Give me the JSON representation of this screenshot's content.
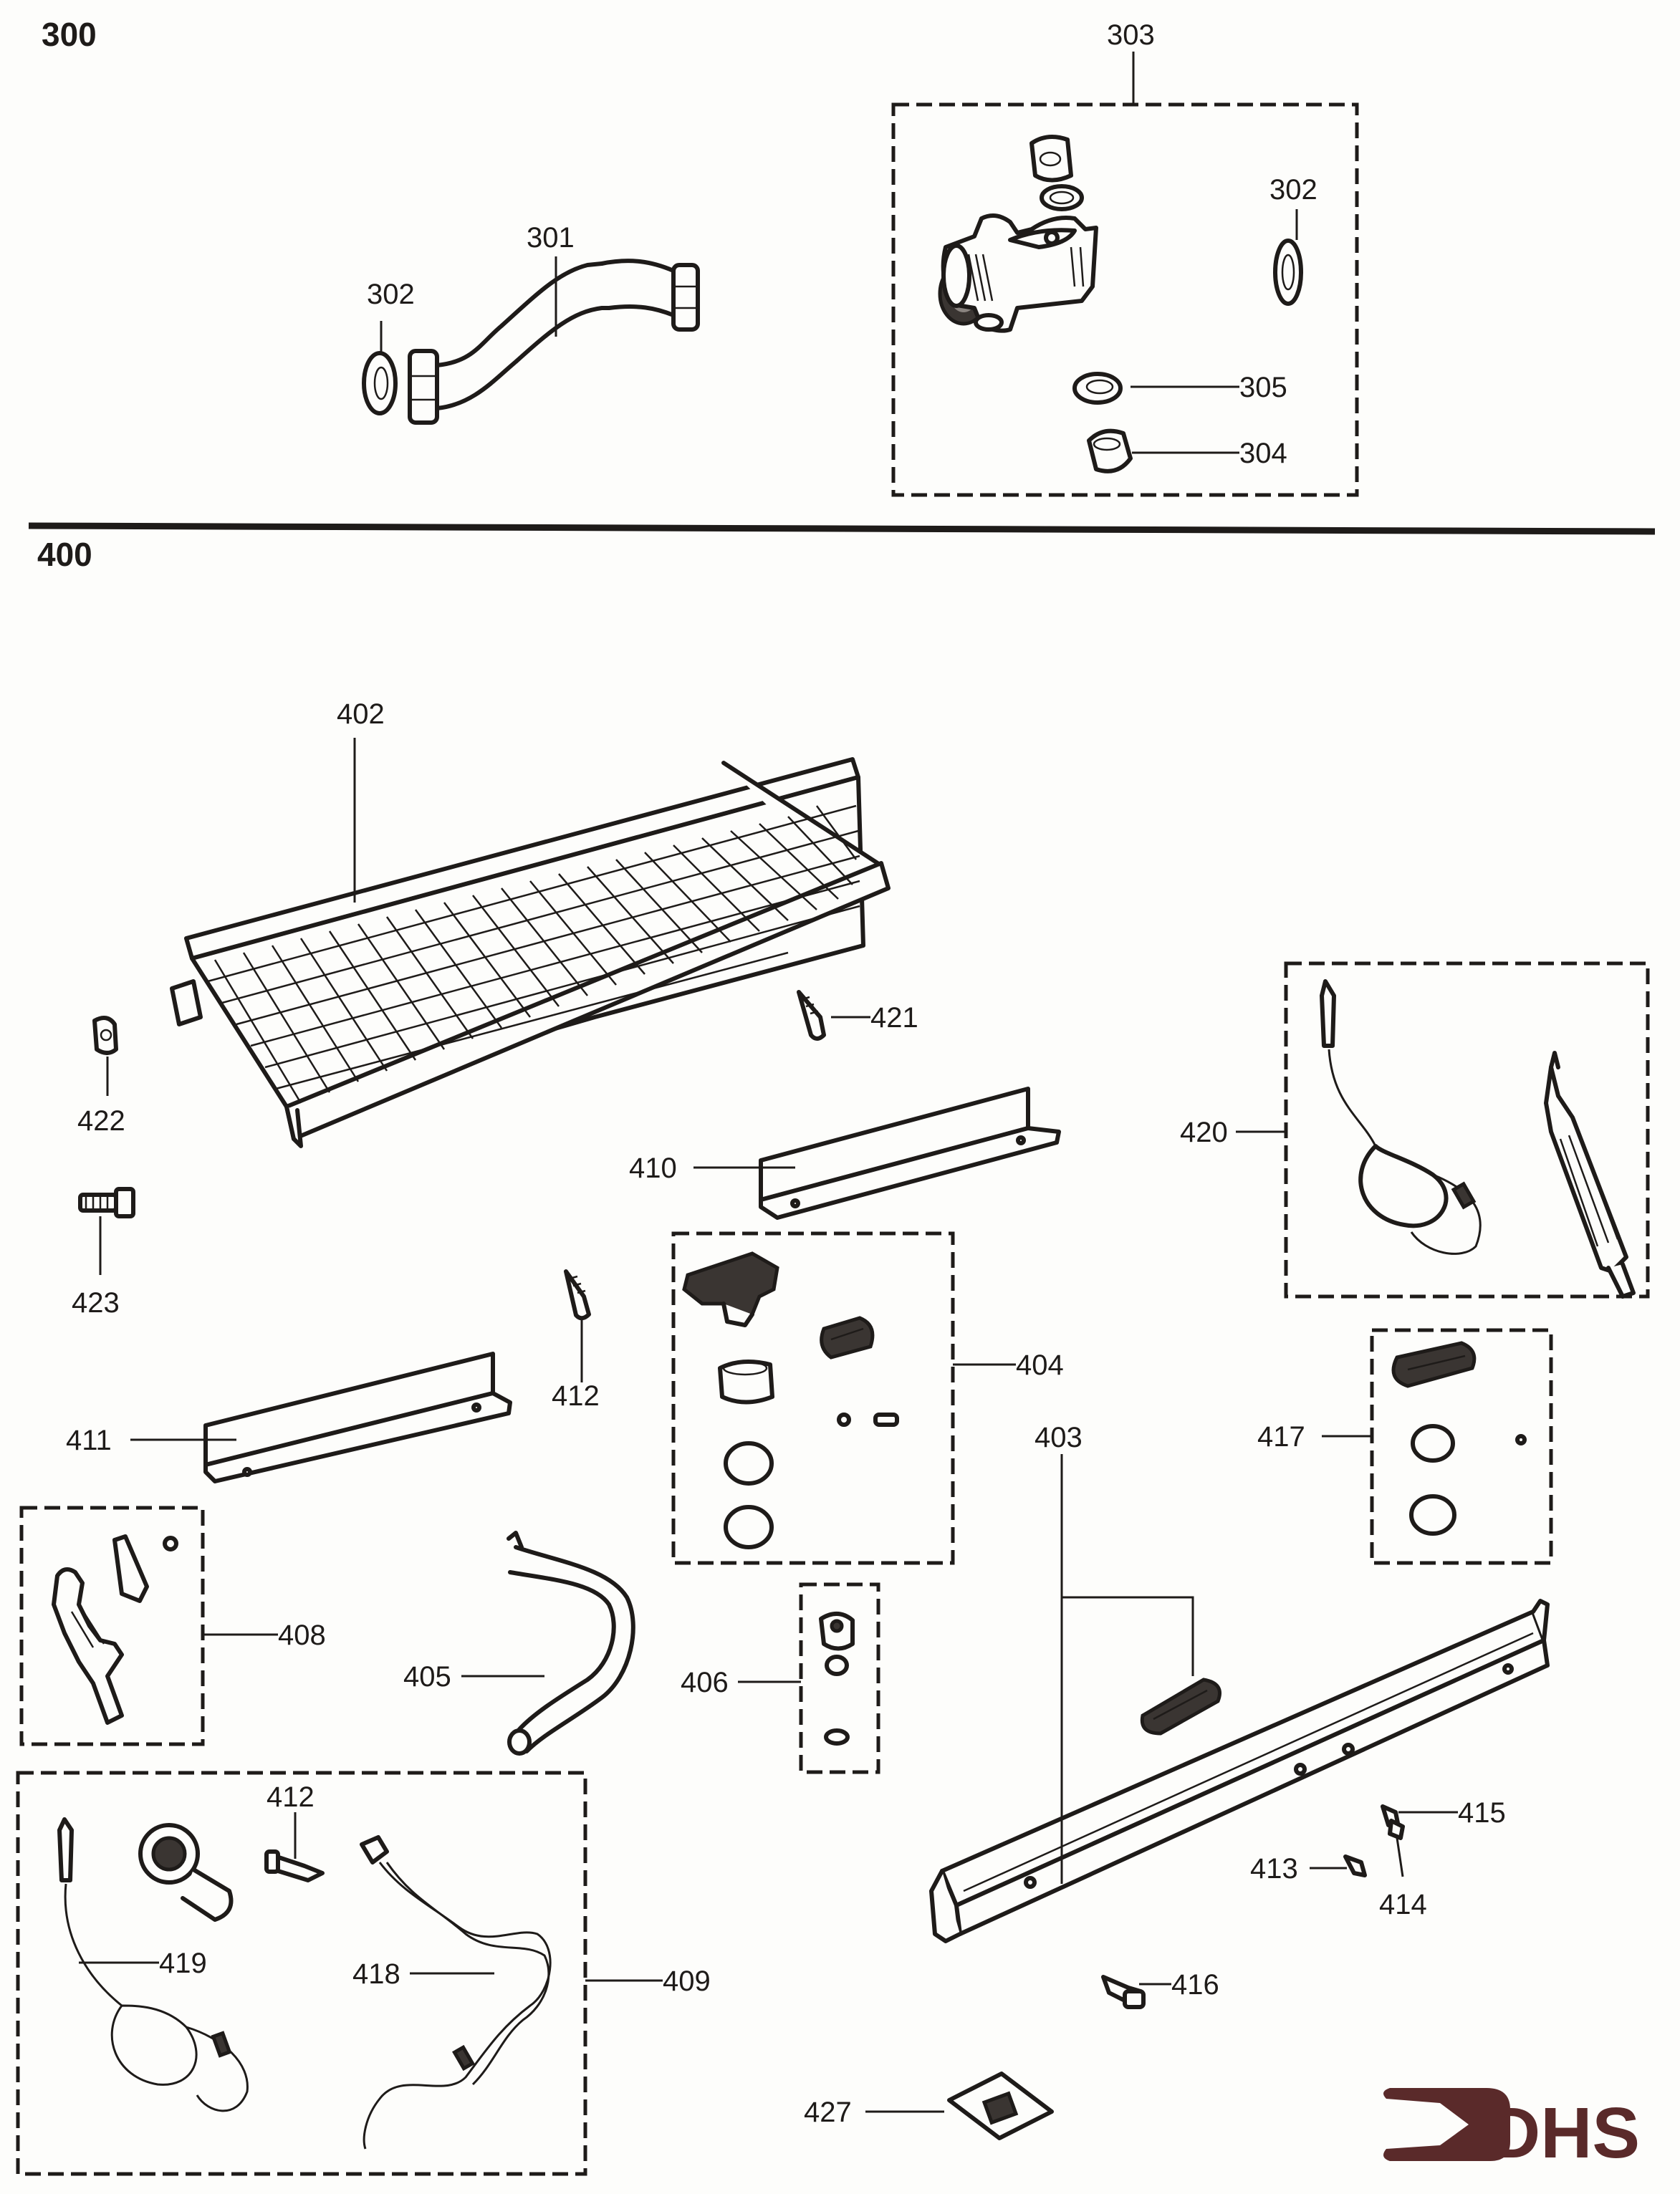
{
  "sections": [
    {
      "id": "300",
      "label": "300"
    },
    {
      "id": "400",
      "label": "400"
    }
  ],
  "callouts": {
    "c301": "301",
    "c302a": "302",
    "c302b": "302",
    "c303": "303",
    "c304": "304",
    "c305": "305",
    "c402": "402",
    "c403": "403",
    "c404": "404",
    "c405": "405",
    "c406": "406",
    "c408": "408",
    "c409": "409",
    "c410": "410",
    "c411": "411",
    "c412a": "412",
    "c412b": "412",
    "c413": "413",
    "c414": "414",
    "c415": "415",
    "c416": "416",
    "c417": "417",
    "c418": "418",
    "c419": "419",
    "c420": "420",
    "c421": "421",
    "c422": "422",
    "c423": "423",
    "c427": "427"
  },
  "logo": {
    "text": "DHS",
    "color": "#5a2a2a",
    "icon": "arrow-right-icon"
  },
  "colors": {
    "ink": "#1e1b19",
    "paper": "#fdfdfb"
  }
}
